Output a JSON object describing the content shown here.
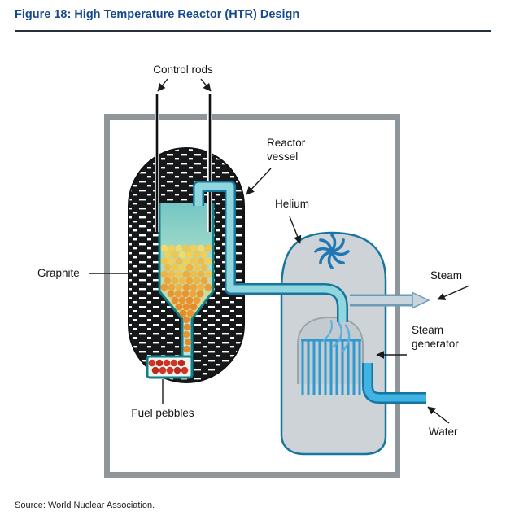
{
  "figure": {
    "title": "Figure 18: High Temperature Reactor (HTR) Design",
    "source": "Source: World Nuclear Association."
  },
  "diagram": {
    "labels": {
      "control_rods": "Control rods",
      "reactor_vessel": "Reactor\nvessel",
      "helium": "Helium",
      "graphite": "Graphite",
      "fuel_pebbles": "Fuel pebbles",
      "steam": "Steam",
      "steam_generator": "Steam\ngenerator",
      "water": "Water"
    },
    "colors": {
      "title_blue": "#164a8c",
      "frame_gray": "#8f969a",
      "pipe_outline": "#16769f",
      "pipe_fill": "#8fd6de",
      "helium_vessel_gray": "#cdd3d6",
      "steam_pipe": "#c9d5dc",
      "water_pipe": "#3fb3e3",
      "core_teal": "#74c7c3",
      "pebble_yellow": "#f3cf54",
      "pebble_orange": "#ea9d37",
      "fuel_pebble_red": "#cf3528"
    }
  }
}
